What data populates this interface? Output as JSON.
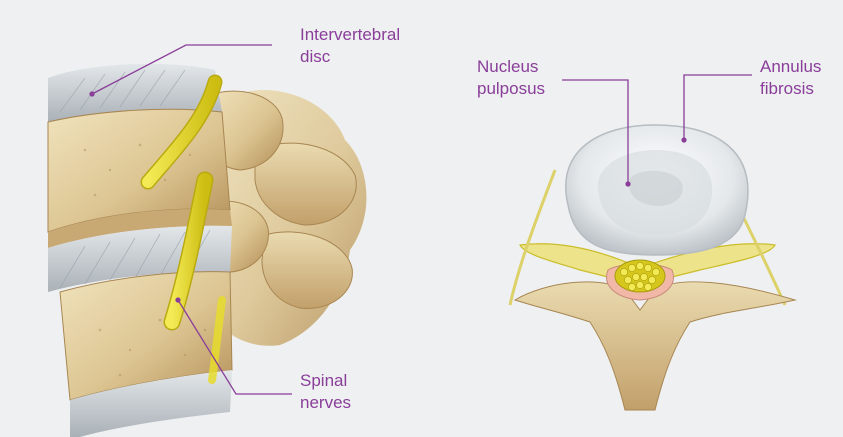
{
  "labels": {
    "intervertebral_disc": {
      "line1": "Intervertebral",
      "line2": "disc"
    },
    "nucleus_pulposus": {
      "line1": "Nucleus",
      "line2": "pulposus"
    },
    "annulus_fibrosis": {
      "line1": "Annulus",
      "line2": "fibrosis"
    },
    "spinal_nerves": {
      "line1": "Spinal",
      "line2": "nerves"
    }
  },
  "colors": {
    "accent": "#8a3e9a",
    "background": "#eef0f1",
    "bone": "#e0cc9c",
    "bone_shadow": "#b89a62",
    "nerve": "#e6dc2c",
    "disc": "#c9ced2"
  }
}
